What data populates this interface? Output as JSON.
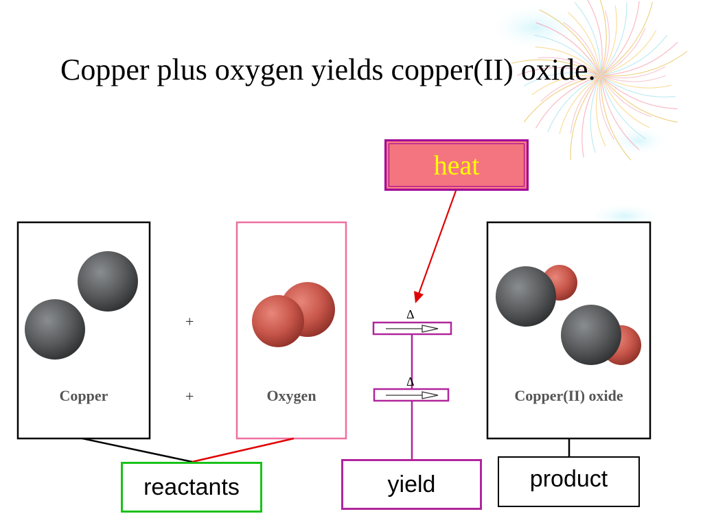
{
  "title": "Copper plus oxygen yields copper(II) oxide.",
  "boxes": {
    "copper": "Copper",
    "oxygen": "Oxygen",
    "product": "Copper(II) oxide"
  },
  "symbols": {
    "plus": "+",
    "delta": "Δ"
  },
  "tags": {
    "heat": "heat",
    "reactants": "reactants",
    "yield": "yield",
    "product": "product"
  },
  "colors": {
    "copper_atom": "#5a5c5e",
    "oxygen_atom": "#c9574b",
    "heat_fill": "#f47580",
    "heat_text": "#ffff00",
    "magenta": "#b0259c",
    "pink": "#ee6f9e",
    "green": "#19c219",
    "red": "#e00000"
  }
}
